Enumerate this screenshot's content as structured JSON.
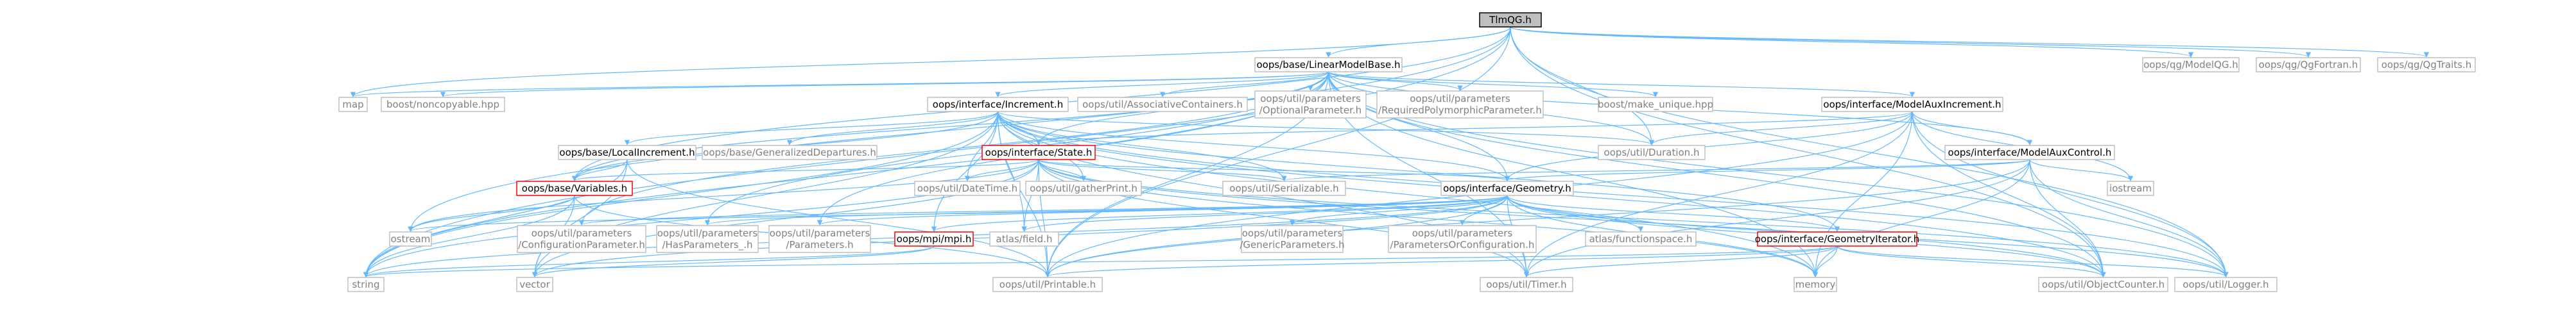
{
  "colors": {
    "node_border": "#bfbfbf",
    "node_border_highlight": "#ff0000",
    "root_fill": "#bfbfbf",
    "root_border": "#000000",
    "node_fill": "#ffffff",
    "edge": "#63b8ff",
    "text": "#000000",
    "text_muted": "#808080"
  },
  "nodes": [
    {
      "id": "root",
      "label": "TlmQG.h",
      "style": "root"
    },
    {
      "id": "linearmodelbase",
      "label": "oops/base/LinearModelBase.h",
      "style": "normal"
    },
    {
      "id": "modelqg",
      "label": "oops/qg/ModelQG.h",
      "style": "leaf"
    },
    {
      "id": "qgfortran",
      "label": "oops/qg/QgFortran.h",
      "style": "leaf"
    },
    {
      "id": "qgtraits",
      "label": "oops/qg/QgTraits.h",
      "style": "leaf"
    },
    {
      "id": "map",
      "label": "map",
      "style": "leaf"
    },
    {
      "id": "noncopyable",
      "label": "boost/noncopyable.hpp",
      "style": "leaf"
    },
    {
      "id": "increment",
      "label": "oops/interface/Increment.h",
      "style": "normal"
    },
    {
      "id": "assoccont",
      "label": "oops/util/AssociativeContainers.h",
      "style": "leaf"
    },
    {
      "id": "optparam",
      "label": "oops/util/parameters\n/OptionalParameter.h",
      "style": "leaf"
    },
    {
      "id": "reqpolyparam",
      "label": "oops/util/parameters\n/RequiredPolymorphicParameter.h",
      "style": "leaf"
    },
    {
      "id": "makeunique",
      "label": "boost/make_unique.hpp",
      "style": "leaf"
    },
    {
      "id": "modelauxinc",
      "label": "oops/interface/ModelAuxIncrement.h",
      "style": "normal"
    },
    {
      "id": "localinc",
      "label": "oops/base/LocalIncrement.h",
      "style": "normal"
    },
    {
      "id": "gendepart",
      "label": "oops/base/GeneralizedDepartures.h",
      "style": "leaf"
    },
    {
      "id": "state",
      "label": "oops/interface/State.h",
      "style": "highlight"
    },
    {
      "id": "duration",
      "label": "oops/util/Duration.h",
      "style": "leaf"
    },
    {
      "id": "modelauxctl",
      "label": "oops/interface/ModelAuxControl.h",
      "style": "normal"
    },
    {
      "id": "variables",
      "label": "oops/base/Variables.h",
      "style": "highlight"
    },
    {
      "id": "datetime",
      "label": "oops/util/DateTime.h",
      "style": "leaf"
    },
    {
      "id": "gatherprint",
      "label": "oops/util/gatherPrint.h",
      "style": "leaf"
    },
    {
      "id": "serializable",
      "label": "oops/util/Serializable.h",
      "style": "leaf"
    },
    {
      "id": "geometry",
      "label": "oops/interface/Geometry.h",
      "style": "normal"
    },
    {
      "id": "iostream",
      "label": "iostream",
      "style": "leaf"
    },
    {
      "id": "ostream",
      "label": "ostream",
      "style": "leaf"
    },
    {
      "id": "configparam",
      "label": "oops/util/parameters\n/ConfigurationParameter.h",
      "style": "leaf"
    },
    {
      "id": "hasparams",
      "label": "oops/util/parameters\n/HasParameters_.h",
      "style": "leaf"
    },
    {
      "id": "parameters",
      "label": "oops/util/parameters\n/Parameters.h",
      "style": "leaf"
    },
    {
      "id": "mpi",
      "label": "oops/mpi/mpi.h",
      "style": "highlight"
    },
    {
      "id": "fieldh",
      "label": "atlas/field.h",
      "style": "leaf"
    },
    {
      "id": "genericparams",
      "label": "oops/util/parameters\n/GenericParameters.h",
      "style": "leaf"
    },
    {
      "id": "paramsorconf",
      "label": "oops/util/parameters\n/ParametersOrConfiguration.h",
      "style": "leaf"
    },
    {
      "id": "funcspace",
      "label": "atlas/functionspace.h",
      "style": "leaf"
    },
    {
      "id": "geomiter",
      "label": "oops/interface/GeometryIterator.h",
      "style": "highlight"
    },
    {
      "id": "string",
      "label": "string",
      "style": "leaf"
    },
    {
      "id": "vector",
      "label": "vector",
      "style": "leaf"
    },
    {
      "id": "printable",
      "label": "oops/util/Printable.h",
      "style": "leaf"
    },
    {
      "id": "timer",
      "label": "oops/util/Timer.h",
      "style": "leaf"
    },
    {
      "id": "memory",
      "label": "memory",
      "style": "leaf"
    },
    {
      "id": "objectcounter",
      "label": "oops/util/ObjectCounter.h",
      "style": "leaf"
    },
    {
      "id": "logger",
      "label": "oops/util/Logger.h",
      "style": "leaf"
    }
  ],
  "edges": [
    [
      "root",
      "linearmodelbase"
    ],
    [
      "root",
      "modelqg"
    ],
    [
      "root",
      "qgfortran"
    ],
    [
      "root",
      "qgtraits"
    ],
    [
      "root",
      "map"
    ],
    [
      "root",
      "variables"
    ],
    [
      "root",
      "duration"
    ],
    [
      "root",
      "ostream"
    ],
    [
      "root",
      "string"
    ],
    [
      "root",
      "printable"
    ],
    [
      "root",
      "objectcounter"
    ],
    [
      "root",
      "logger"
    ],
    [
      "linearmodelbase",
      "map"
    ],
    [
      "linearmodelbase",
      "noncopyable"
    ],
    [
      "linearmodelbase",
      "increment"
    ],
    [
      "linearmodelbase",
      "assoccont"
    ],
    [
      "linearmodelbase",
      "optparam"
    ],
    [
      "linearmodelbase",
      "reqpolyparam"
    ],
    [
      "linearmodelbase",
      "makeunique"
    ],
    [
      "linearmodelbase",
      "modelauxinc"
    ],
    [
      "linearmodelbase",
      "state"
    ],
    [
      "linearmodelbase",
      "duration"
    ],
    [
      "linearmodelbase",
      "modelauxctl"
    ],
    [
      "linearmodelbase",
      "geometry"
    ],
    [
      "linearmodelbase",
      "variables"
    ],
    [
      "linearmodelbase",
      "configparam"
    ],
    [
      "linearmodelbase",
      "hasparams"
    ],
    [
      "linearmodelbase",
      "parameters"
    ],
    [
      "linearmodelbase",
      "string"
    ],
    [
      "linearmodelbase",
      "printable"
    ],
    [
      "linearmodelbase",
      "timer"
    ],
    [
      "linearmodelbase",
      "memory"
    ],
    [
      "linearmodelbase",
      "objectcounter"
    ],
    [
      "linearmodelbase",
      "logger"
    ],
    [
      "increment",
      "localinc"
    ],
    [
      "increment",
      "gendepart"
    ],
    [
      "increment",
      "state"
    ],
    [
      "increment",
      "duration"
    ],
    [
      "increment",
      "datetime"
    ],
    [
      "increment",
      "gatherprint"
    ],
    [
      "increment",
      "serializable"
    ],
    [
      "increment",
      "geometry"
    ],
    [
      "increment",
      "variables"
    ],
    [
      "increment",
      "mpi"
    ],
    [
      "increment",
      "fieldh"
    ],
    [
      "increment",
      "geomiter"
    ],
    [
      "increment",
      "string"
    ],
    [
      "increment",
      "vector"
    ],
    [
      "increment",
      "printable"
    ],
    [
      "increment",
      "timer"
    ],
    [
      "increment",
      "memory"
    ],
    [
      "increment",
      "objectcounter"
    ],
    [
      "increment",
      "logger"
    ],
    [
      "modelauxinc",
      "modelauxctl"
    ],
    [
      "modelauxinc",
      "geometry"
    ],
    [
      "modelauxinc",
      "duration"
    ],
    [
      "modelauxinc",
      "iostream"
    ],
    [
      "modelauxinc",
      "memory"
    ],
    [
      "modelauxinc",
      "printable"
    ],
    [
      "modelauxinc",
      "timer"
    ],
    [
      "modelauxinc",
      "objectcounter"
    ],
    [
      "modelauxinc",
      "logger"
    ],
    [
      "modelauxinc",
      "state"
    ],
    [
      "localinc",
      "variables"
    ],
    [
      "localinc",
      "vector"
    ],
    [
      "localinc",
      "printable"
    ],
    [
      "localinc",
      "string"
    ],
    [
      "state",
      "variables"
    ],
    [
      "state",
      "datetime"
    ],
    [
      "state",
      "gatherprint"
    ],
    [
      "state",
      "serializable"
    ],
    [
      "state",
      "geometry"
    ],
    [
      "state",
      "fieldh"
    ],
    [
      "state",
      "string"
    ],
    [
      "state",
      "vector"
    ],
    [
      "state",
      "printable"
    ],
    [
      "state",
      "timer"
    ],
    [
      "state",
      "memory"
    ],
    [
      "state",
      "objectcounter"
    ],
    [
      "state",
      "logger"
    ],
    [
      "state",
      "ostream"
    ],
    [
      "modelauxctl",
      "geometry"
    ],
    [
      "modelauxctl",
      "iostream"
    ],
    [
      "modelauxctl",
      "memory"
    ],
    [
      "modelauxctl",
      "printable"
    ],
    [
      "modelauxctl",
      "timer"
    ],
    [
      "modelauxctl",
      "objectcounter"
    ],
    [
      "modelauxctl",
      "logger"
    ],
    [
      "modelauxctl",
      "serializable"
    ],
    [
      "variables",
      "ostream"
    ],
    [
      "variables",
      "string"
    ],
    [
      "variables",
      "vector"
    ],
    [
      "variables",
      "printable"
    ],
    [
      "geometry",
      "ostream"
    ],
    [
      "geometry",
      "configparam"
    ],
    [
      "geometry",
      "hasparams"
    ],
    [
      "geometry",
      "parameters"
    ],
    [
      "geometry",
      "mpi"
    ],
    [
      "geometry",
      "fieldh"
    ],
    [
      "geometry",
      "genericparams"
    ],
    [
      "geometry",
      "paramsorconf"
    ],
    [
      "geometry",
      "funcspace"
    ],
    [
      "geometry",
      "geomiter"
    ],
    [
      "geometry",
      "string"
    ],
    [
      "geometry",
      "vector"
    ],
    [
      "geometry",
      "printable"
    ],
    [
      "geometry",
      "timer"
    ],
    [
      "geometry",
      "memory"
    ],
    [
      "geometry",
      "objectcounter"
    ],
    [
      "geometry",
      "logger"
    ],
    [
      "mpi",
      "string"
    ],
    [
      "mpi",
      "vector"
    ],
    [
      "geomiter",
      "printable"
    ],
    [
      "geomiter",
      "timer"
    ],
    [
      "geomiter",
      "memory"
    ],
    [
      "geomiter",
      "objectcounter"
    ],
    [
      "geomiter",
      "logger"
    ],
    [
      "geomiter",
      "string"
    ]
  ]
}
